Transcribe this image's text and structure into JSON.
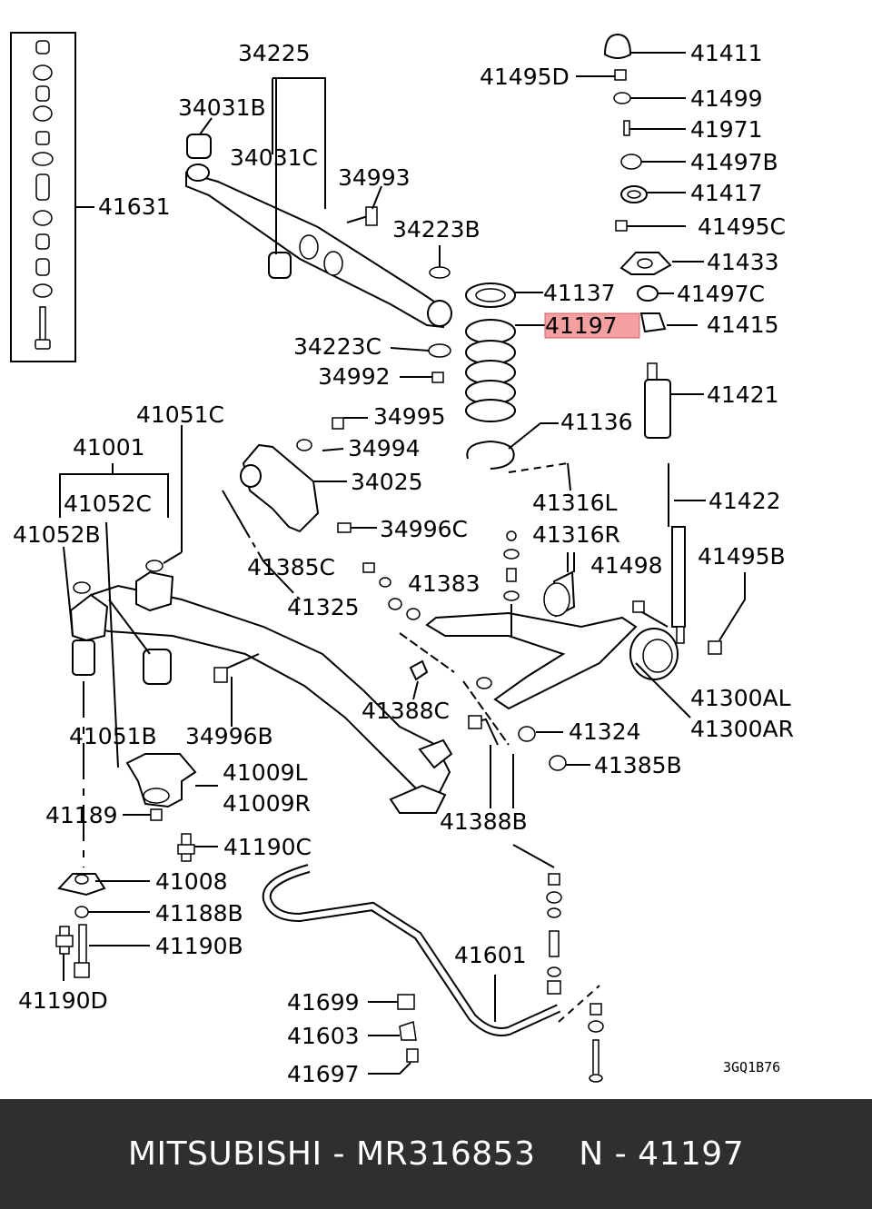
{
  "labels": {
    "p34225": "34225",
    "p34031b": "34031B",
    "p34031c": "34031C",
    "p34993": "34993",
    "p34223b": "34223B",
    "p34223c": "34223C",
    "p34992": "34992",
    "p41631": "41631",
    "p41411": "41411",
    "p41495d": "41495D",
    "p41499": "41499",
    "p41971": "41971",
    "p41497b": "41497B",
    "p41417": "41417",
    "p41495c": "41495C",
    "p41433": "41433",
    "p41137": "41137",
    "p41497c": "41497C",
    "p41197": "41197",
    "p41415": "41415",
    "p41421": "41421",
    "p41136": "41136",
    "p34995": "34995",
    "p34994": "34994",
    "p34025": "34025",
    "p41051c": "41051C",
    "p41001": "41001",
    "p41052c": "41052C",
    "p41052b": "41052B",
    "p41316l": "41316L",
    "p41316r": "41316R",
    "p34996c": "34996C",
    "p41422": "41422",
    "p41495b": "41495B",
    "p41385c": "41385C",
    "p41383": "41383",
    "p41498": "41498",
    "p41325": "41325",
    "p41300al": "41300AL",
    "p41300ar": "41300AR",
    "p41388c": "41388C",
    "p41324": "41324",
    "p41051b": "41051B",
    "p34996b": "34996B",
    "p41385b": "41385B",
    "p41009l": "41009L",
    "p41009r": "41009R",
    "p41189": "41189",
    "p41388b": "41388B",
    "p41190c": "41190C",
    "p41008": "41008",
    "p41188b": "41188B",
    "p41190b": "41190B",
    "p41190d": "41190D",
    "p41601": "41601",
    "p41699": "41699",
    "p41603": "41603",
    "p41697": "41697",
    "drawing_code": "3GQ1B76"
  },
  "highlight": {
    "part": "41197",
    "color": "#f4a0a0"
  },
  "footer": {
    "text": "MITSUBISHI - MR316853    N - 41197",
    "background": "#2f2f2f"
  }
}
